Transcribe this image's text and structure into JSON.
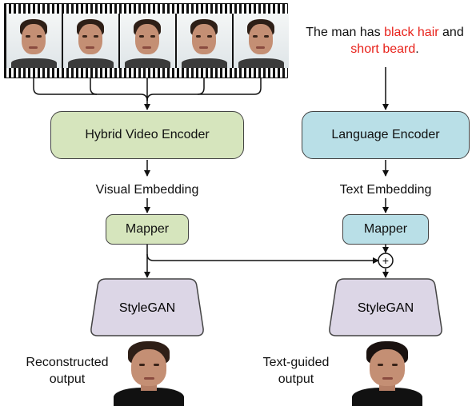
{
  "text_prompt": {
    "line1_prefix": "The man has ",
    "line1_highlight": "black hair",
    "line1_suffix": " and",
    "line2_highlight": "short beard",
    "line2_suffix": ".",
    "highlight_color": "#e8221b"
  },
  "boxes": {
    "video_encoder": "Hybrid Video Encoder",
    "language_encoder": "Language Encoder",
    "mapper_left": "Mapper",
    "mapper_right": "Mapper",
    "stylegan_left": "StyleGAN",
    "stylegan_right": "StyleGAN"
  },
  "labels": {
    "visual_embedding": "Visual Embedding",
    "text_embedding": "Text Embedding",
    "reconstructed_line1": "Reconstructed",
    "reconstructed_line2": "output",
    "textguided_line1": "Text-guided",
    "textguided_line2": "output",
    "plus": "+"
  },
  "colors": {
    "encoder_video": "#d6e5bd",
    "encoder_language": "#b9dfe7",
    "stylegan": "#dcd6e6",
    "arrow": "#111111"
  },
  "film_frames": 5
}
